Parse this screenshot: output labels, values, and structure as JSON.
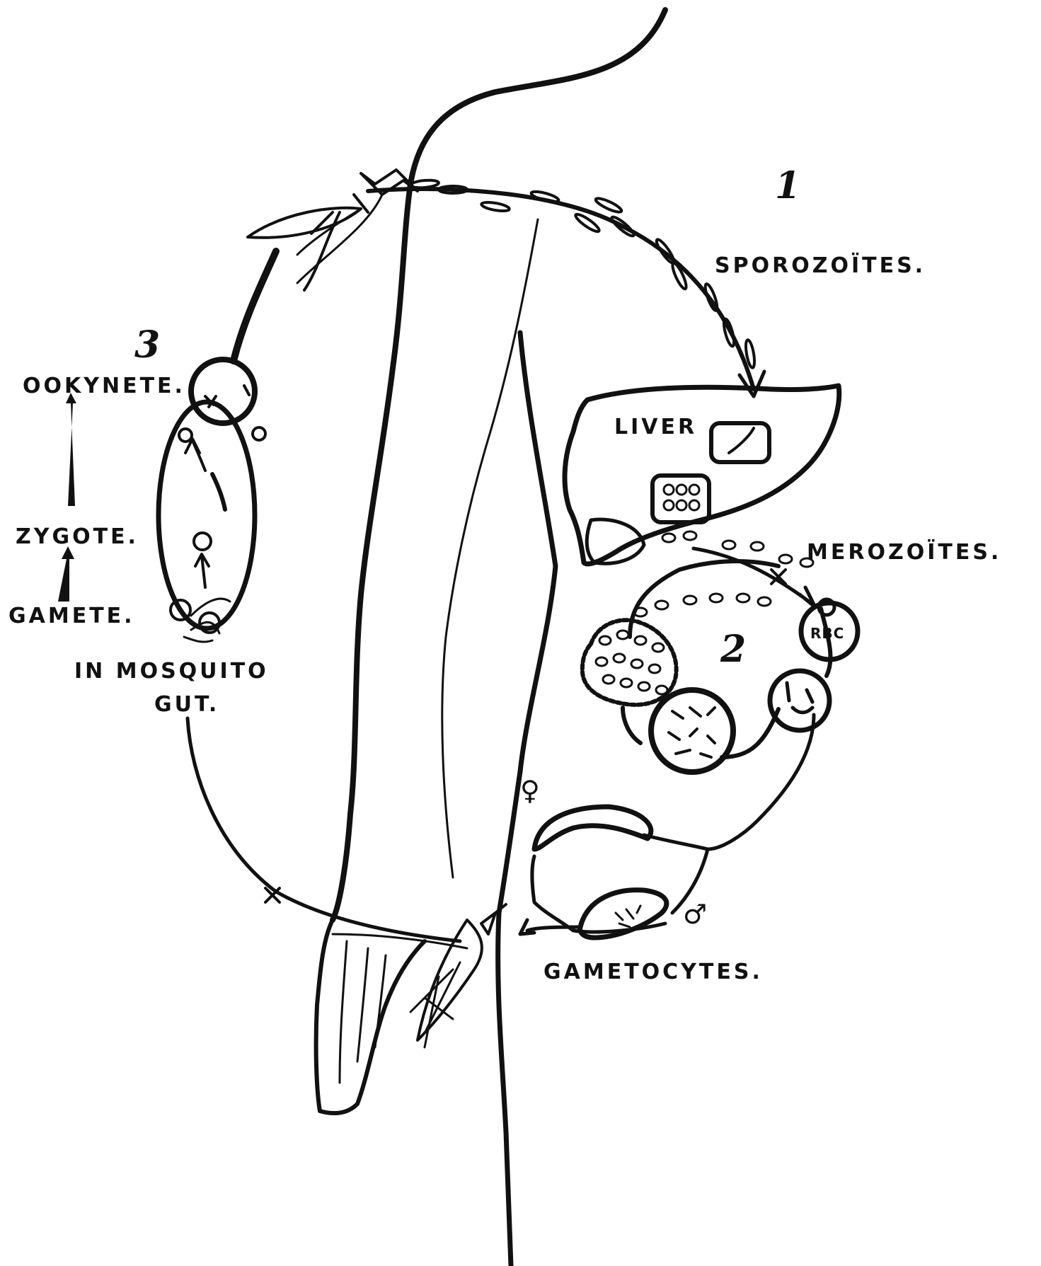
{
  "labels": {
    "step1": "1",
    "step2": "2",
    "step3": "3",
    "sporozoites": "SPOROZOÏTES.",
    "liver": "LIVER",
    "merozoites": "MEROZOÏTES.",
    "rbc": "RBC",
    "gametocytes": "GAMETOCYTES.",
    "female_symbol": "♀",
    "male_symbol": "♂",
    "ookynete": "OOKYNETE.",
    "zygote": "ZYGOTE.",
    "gamete": "GAMETE.",
    "mosquito_gut_line1": "IN MOSQUITO",
    "mosquito_gut_line2": "GUT."
  }
}
